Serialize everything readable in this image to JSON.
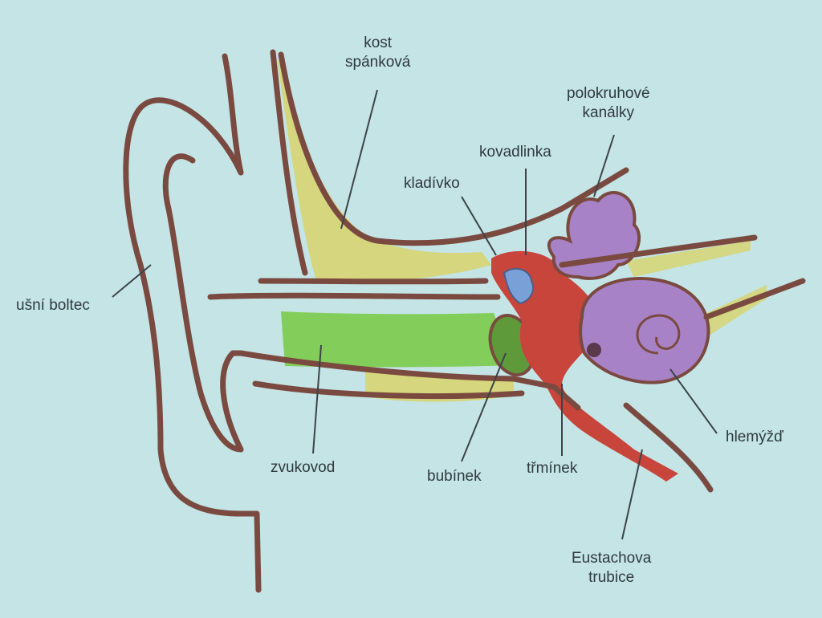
{
  "labels": {
    "temporal_bone": "kost\nspánková",
    "semicircular_canals": "polokruhové\nkanálky",
    "incus": "kovadlinka",
    "malleus": "kladívko",
    "auricle": "ušní boltec",
    "ear_canal": "zvukovod",
    "eardrum": "bubínek",
    "stapes": "třmínek",
    "cochlea": "hlemýžď",
    "eustachian_tube": "Eustachova\ntrubice"
  },
  "colors": {
    "background": "#c4e4e6",
    "outline": "#7a4a40",
    "bone": "#d8d36a",
    "canal": "#7ccb4a",
    "eardrum": "#5f9a3a",
    "ossicles": "#c8453c",
    "malleus_blue": "#7aa0d8",
    "inner_ear": "#a882c6",
    "leader_line": "#3c4448"
  }
}
